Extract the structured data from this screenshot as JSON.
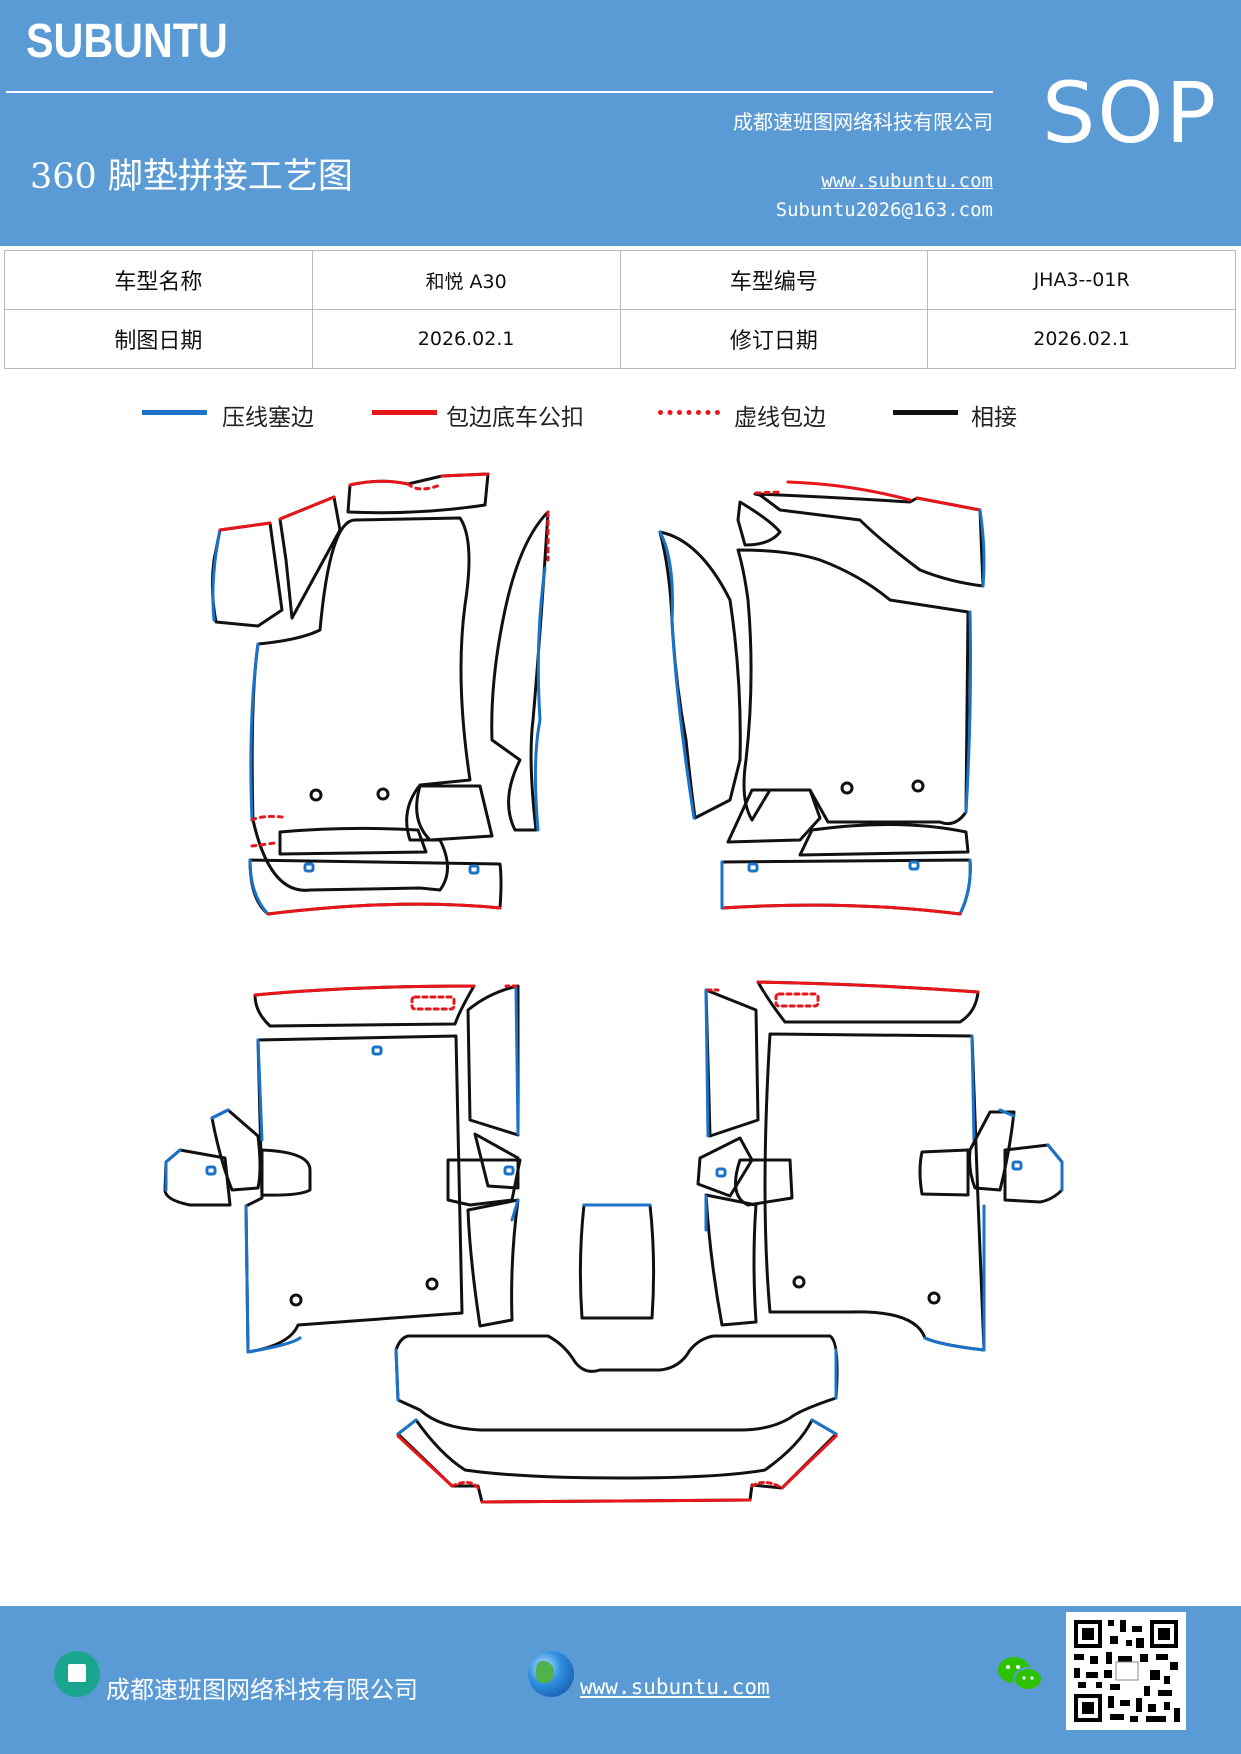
{
  "header": {
    "brand": "SUBUNTU",
    "sop": "SOP",
    "company": "成都速班图网络科技有限公司",
    "title": "360 脚垫拼接工艺图",
    "website": "www.subuntu.com",
    "email": "Subuntu2026@163.com"
  },
  "info": {
    "model_name_label": "车型名称",
    "model_name": "和悦 A30",
    "model_code_label": "车型编号",
    "model_code": "JHA3--01R",
    "draw_date_label": "制图日期",
    "draw_date": "2026.02.1",
    "revise_date_label": "修订日期",
    "revise_date": "2026.02.1"
  },
  "legend": [
    {
      "label": "压线塞边",
      "color": "#1a73c8",
      "style": "solid"
    },
    {
      "label": "包边底车公扣",
      "color": "#e8161b",
      "style": "solid"
    },
    {
      "label": "虚线包边",
      "color": "#e8161b",
      "style": "dotted"
    },
    {
      "label": "相接",
      "color": "#000000",
      "style": "solid"
    }
  ],
  "footer": {
    "company": "成都速班图网络科技有限公司",
    "website": "www.subuntu.com"
  },
  "colors": {
    "brand_blue": "#5b9bd5",
    "blue_line": "#1a73c8",
    "red_line": "#e8161b",
    "black_line": "#111111"
  },
  "icons": [
    "building-icon",
    "globe-icon",
    "wechat-icon",
    "qr-code"
  ]
}
